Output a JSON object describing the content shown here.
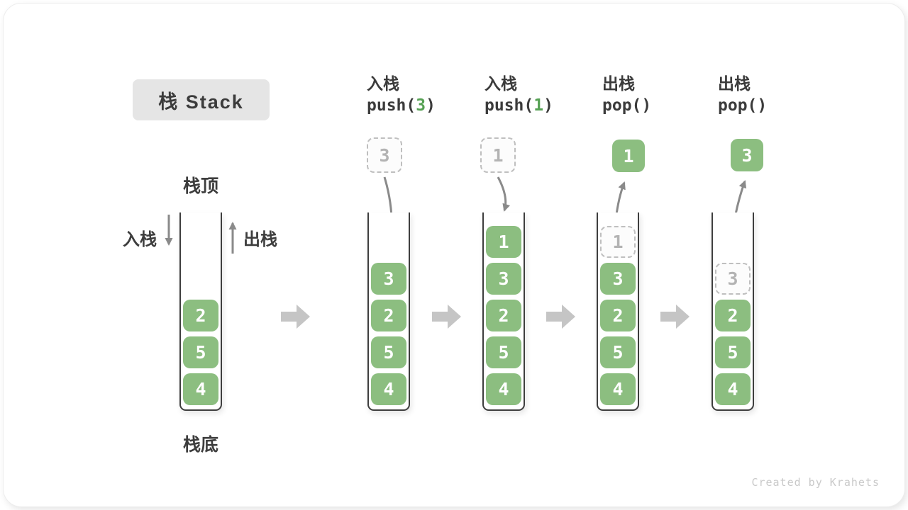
{
  "title": "栈 Stack",
  "labels": {
    "stack_top": "栈顶",
    "stack_bottom": "栈底",
    "push_side": "入栈",
    "pop_side": "出栈"
  },
  "watermark": "Created by Krahets",
  "colors": {
    "cell_green": "#8cbe80",
    "code_arg_green": "#56a154",
    "text_dark": "#3b3b3b",
    "thin_arrow_gray": "#8a8a8a",
    "block_arrow_gray": "#c5c5c5",
    "title_bg": "#e5e5e5",
    "ghost_border": "#bfbfbf",
    "ghost_text": "#b3b3b3",
    "watermark_gray": "#c9c9c9"
  },
  "columns": [
    {
      "cells": [
        {
          "value": "2",
          "type": "solid"
        },
        {
          "value": "5",
          "type": "solid"
        },
        {
          "value": "4",
          "type": "solid"
        }
      ]
    },
    {
      "header_line1": "入栈",
      "code_pre": "push(",
      "code_arg": "3",
      "code_post": ")",
      "floating": {
        "value": "3",
        "type": "ghost"
      },
      "cells": [
        {
          "value": "3",
          "type": "solid"
        },
        {
          "value": "2",
          "type": "solid"
        },
        {
          "value": "5",
          "type": "solid"
        },
        {
          "value": "4",
          "type": "solid"
        }
      ]
    },
    {
      "header_line1": "入栈",
      "code_pre": "push(",
      "code_arg": "1",
      "code_post": ")",
      "floating": {
        "value": "1",
        "type": "ghost"
      },
      "cells": [
        {
          "value": "1",
          "type": "solid"
        },
        {
          "value": "3",
          "type": "solid"
        },
        {
          "value": "2",
          "type": "solid"
        },
        {
          "value": "5",
          "type": "solid"
        },
        {
          "value": "4",
          "type": "solid"
        }
      ]
    },
    {
      "header_line1": "出栈",
      "code_pre": "pop(",
      "code_arg": "",
      "code_post": ")",
      "floating": {
        "value": "1",
        "type": "solid"
      },
      "cells": [
        {
          "value": "1",
          "type": "ghost"
        },
        {
          "value": "3",
          "type": "solid"
        },
        {
          "value": "2",
          "type": "solid"
        },
        {
          "value": "5",
          "type": "solid"
        },
        {
          "value": "4",
          "type": "solid"
        }
      ]
    },
    {
      "header_line1": "出栈",
      "code_pre": "pop(",
      "code_arg": "",
      "code_post": ")",
      "floating": {
        "value": "3",
        "type": "solid"
      },
      "cells": [
        {
          "value": "3",
          "type": "ghost"
        },
        {
          "value": "2",
          "type": "solid"
        },
        {
          "value": "5",
          "type": "solid"
        },
        {
          "value": "4",
          "type": "solid"
        }
      ]
    }
  ]
}
